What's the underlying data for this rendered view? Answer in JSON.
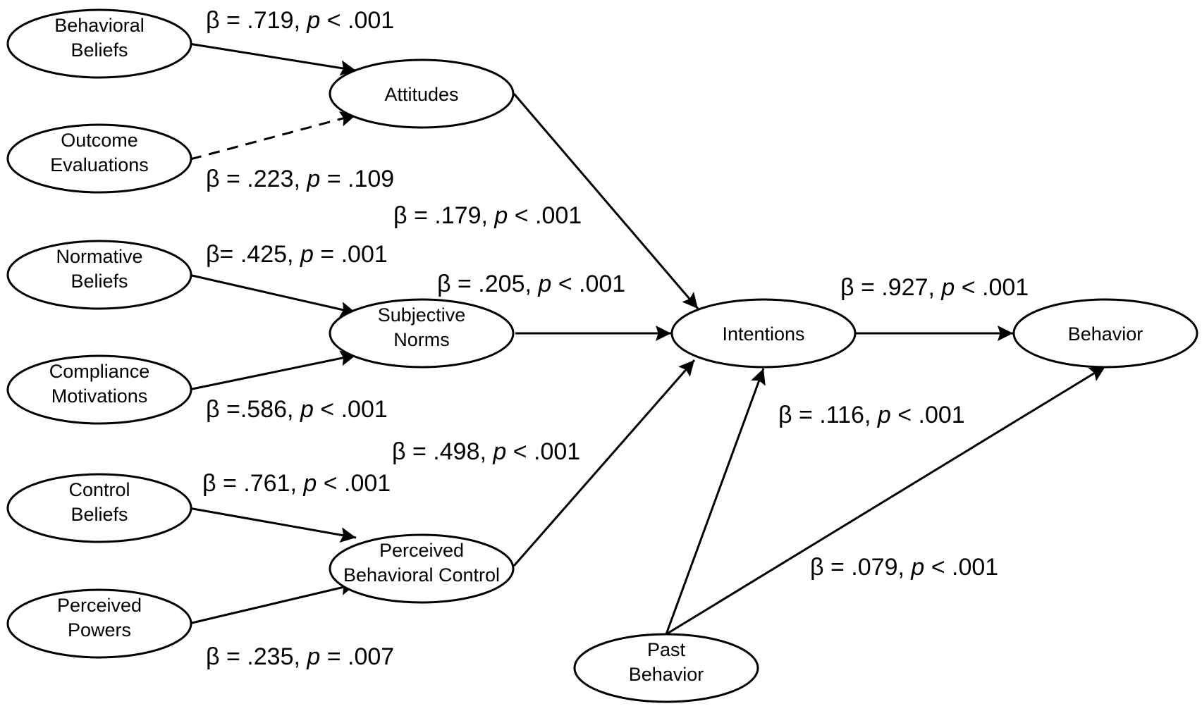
{
  "colors": {
    "stroke": "#000000",
    "background": "#ffffff",
    "text": "#000000"
  },
  "nodes": [
    {
      "id": "behavioral-beliefs",
      "lines": [
        "Behavioral",
        "Beliefs"
      ]
    },
    {
      "id": "outcome-evaluations",
      "lines": [
        "Outcome",
        "Evaluations"
      ]
    },
    {
      "id": "normative-beliefs",
      "lines": [
        "Normative",
        "Beliefs"
      ]
    },
    {
      "id": "compliance-motivations",
      "lines": [
        "Compliance",
        "Motivations"
      ]
    },
    {
      "id": "control-beliefs",
      "lines": [
        "Control",
        "Beliefs"
      ]
    },
    {
      "id": "perceived-powers",
      "lines": [
        "Perceived",
        "Powers"
      ]
    },
    {
      "id": "attitudes",
      "lines": [
        "Attitudes"
      ]
    },
    {
      "id": "subjective-norms",
      "lines": [
        "Subjective",
        "Norms"
      ]
    },
    {
      "id": "perceived-behavioral-control",
      "lines": [
        "Perceived",
        "Behavioral Control"
      ]
    },
    {
      "id": "intentions",
      "lines": [
        "Intentions"
      ]
    },
    {
      "id": "behavior",
      "lines": [
        "Behavior"
      ]
    },
    {
      "id": "past-behavior",
      "lines": [
        "Past",
        "Behavior"
      ]
    }
  ],
  "edges": [
    {
      "from": "behavioral-beliefs",
      "to": "attitudes",
      "style": "solid",
      "beta_prefix": "β = ",
      "beta": ".719",
      "p_rel": "<",
      "p": ".001"
    },
    {
      "from": "outcome-evaluations",
      "to": "attitudes",
      "style": "dashed",
      "beta_prefix": "β = ",
      "beta": ".223",
      "p_rel": "=",
      "p": ".109"
    },
    {
      "from": "attitudes",
      "to": "intentions",
      "style": "solid",
      "beta_prefix": "β = ",
      "beta": ".179",
      "p_rel": "<",
      "p": ".001"
    },
    {
      "from": "normative-beliefs",
      "to": "subjective-norms",
      "style": "solid",
      "beta_prefix": "β= ",
      "beta": ".425",
      "p_rel": "=",
      "p": ".001"
    },
    {
      "from": "subjective-norms",
      "to": "intentions",
      "style": "solid",
      "beta_prefix": "β = ",
      "beta": ".205",
      "p_rel": "<",
      "p": ".001"
    },
    {
      "from": "compliance-motivations",
      "to": "subjective-norms",
      "style": "solid",
      "beta_prefix": "β =",
      "beta": ".586",
      "p_rel": "<",
      "p": ".001"
    },
    {
      "from": "perceived-behavioral-control",
      "to": "intentions",
      "style": "solid",
      "beta_prefix": "β = ",
      "beta": ".498",
      "p_rel": "<",
      "p": ".001"
    },
    {
      "from": "control-beliefs",
      "to": "perceived-behavioral-control",
      "style": "solid",
      "beta_prefix": "β = ",
      "beta": ".761",
      "p_rel": "<",
      "p": ".001"
    },
    {
      "from": "perceived-powers",
      "to": "perceived-behavioral-control",
      "style": "solid",
      "beta_prefix": "β = ",
      "beta": ".235",
      "p_rel": "=",
      "p": ".007"
    },
    {
      "from": "intentions",
      "to": "behavior",
      "style": "solid",
      "beta_prefix": "β = ",
      "beta": ".927",
      "p_rel": "<",
      "p": ".001"
    },
    {
      "from": "past-behavior",
      "to": "intentions",
      "style": "solid",
      "beta_prefix": "β = ",
      "beta": ".116",
      "p_rel": "<",
      "p": ".001"
    },
    {
      "from": "past-behavior",
      "to": "behavior",
      "style": "solid",
      "beta_prefix": "β = ",
      "beta": ".079",
      "p_rel": "<",
      "p": ".001"
    }
  ]
}
